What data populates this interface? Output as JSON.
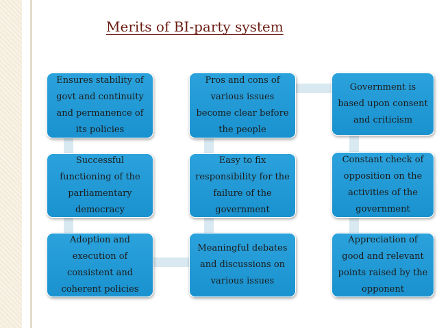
{
  "title": "Merits of BI-party system",
  "boxes": [
    "Ensures stability of govt and continuity and permanence of its policies",
    "Successful functioning of the parliamentary democracy",
    "Adoption and execution of consistent and coherent policies",
    "Meaningful debates and discussions on various issues",
    "Easy to fix responsibility for the failure of the government",
    "Pros and cons of various issues become clear before the people",
    "Government is based upon consent and criticism",
    "Constant check of opposition on the activities of the government",
    "Appreciation of good and relevant points raised by the opponent"
  ]
}
